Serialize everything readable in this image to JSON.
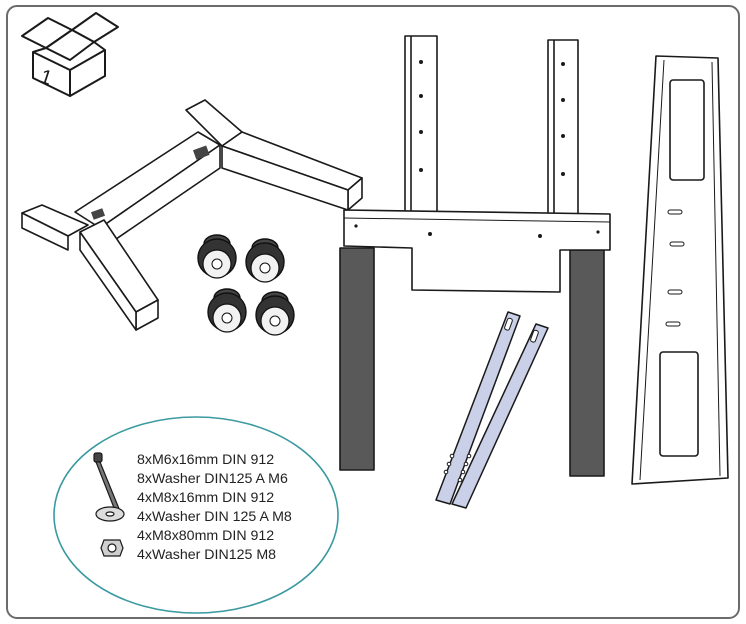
{
  "box_number": "1",
  "hardware_list": [
    "8xM6x16mm DIN 912",
    "8xWasher DIN125 A M6",
    "4xM8x16mm DIN 912",
    "4xWasher DIN 125 A M8",
    "4xM8x80mm DIN 912",
    "4xWasher DIN125 M8"
  ],
  "colors": {
    "outline": "#1a1a1a",
    "callout_ellipse": "#3a9aa0",
    "leg_dark": "#5a5a5a",
    "rail_blue": "#c9d0e8"
  }
}
